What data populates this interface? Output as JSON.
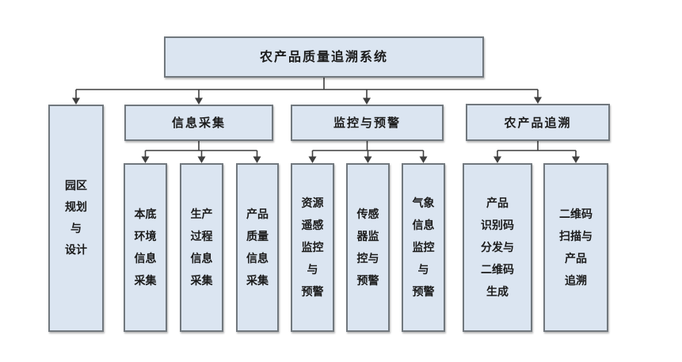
{
  "diagram": {
    "type": "org-chart",
    "root": {
      "label": "农产品质量追溯系统"
    },
    "branches": [
      {
        "id": "park-planning",
        "label": "园区\n规划\n与\n设计",
        "children": []
      },
      {
        "id": "info-collection",
        "label": "信息采集",
        "children": [
          {
            "label": "本底\n环境\n信息\n采集"
          },
          {
            "label": "生产\n过程\n信息\n采集"
          },
          {
            "label": "产品\n质量\n信息\n采集"
          }
        ]
      },
      {
        "id": "monitoring-warning",
        "label": "监控与预警",
        "children": [
          {
            "label": "资源\n遥感\n监控\n与\n预警"
          },
          {
            "label": "传感\n器监\n控与\n预警"
          },
          {
            "label": "气象\n信息\n监控\n与\n预警"
          }
        ]
      },
      {
        "id": "product-tracing",
        "label": "农产品追溯",
        "children": [
          {
            "label": "产品\n识别码\n分发与\n二维码\n生成"
          },
          {
            "label": "二维码\n扫描与\n产品\n追溯"
          }
        ]
      }
    ]
  },
  "colors": {
    "background": "#ffffff",
    "box_fill": "#dbe5f1",
    "box_border": "#71787e",
    "connector_line": "#3f3f3f",
    "text": "#1b1b1b"
  }
}
